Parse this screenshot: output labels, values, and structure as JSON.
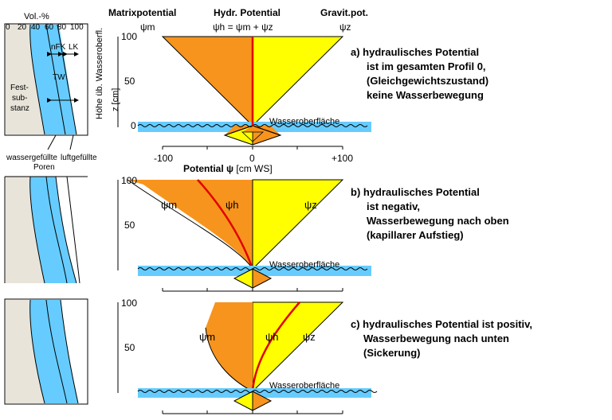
{
  "header": {
    "vol_label": "Vol.-%",
    "vol_ticks": [
      "0",
      "20",
      "40",
      "60",
      "80",
      "100"
    ],
    "matrix_title": "Matrixpotential",
    "matrix_symbol": "ψm",
    "hydr_title": "Hydr. Potential",
    "hydr_equation": "ψh = ψm + ψz",
    "gravit_title": "Gravit.pot.",
    "gravit_symbol": "ψz"
  },
  "profile_labels": {
    "nfk": "nFK",
    "lk": "LK",
    "tw": "TW",
    "fest": [
      "Fest-",
      "sub-",
      "stanz"
    ],
    "wassergefuellte": "wassergefüllte",
    "poren": "Poren",
    "luftgefuellte": "luftgefüllte"
  },
  "y_axis": {
    "label_line1": "Höhe üb. Wasseroberfl.",
    "label_line2": "z [cm]",
    "ticks": [
      "100",
      "50",
      "0"
    ]
  },
  "x_axis": {
    "ticks": [
      "-100",
      "0",
      "+100"
    ],
    "title_bold": "Potential ψ",
    "title_unit": " [cm WS]"
  },
  "water_surface_label": "Wasseroberfläche",
  "panels": [
    {
      "id": "a",
      "text": [
        "a) hydraulisches Potential",
        "ist im gesamten Profil 0,",
        "(Gleichgewichtszustand)",
        "keine Wasserbewegung"
      ],
      "labels": {}
    },
    {
      "id": "b",
      "text": [
        "b) hydraulisches Potential",
        "ist negativ,",
        "Wasserbewegung nach oben",
        "(kapillarer Aufstieg)"
      ],
      "labels": {
        "psi_m": "ψm",
        "psi_h": "ψh",
        "psi_z": "ψz"
      }
    },
    {
      "id": "c",
      "text": [
        "c) hydraulisches Potential ist positiv,",
        "Wasserbewegung nach unten",
        "(Sickerung)"
      ],
      "labels": {
        "psi_m": "ψm",
        "psi_h": "ψh",
        "psi_z": "ψz"
      }
    }
  ],
  "colors": {
    "matrix": "#f7941d",
    "gravit": "#ffff00",
    "water": "#66ccff",
    "hydraulic": "#e00000",
    "solid": "#e8e4da"
  }
}
